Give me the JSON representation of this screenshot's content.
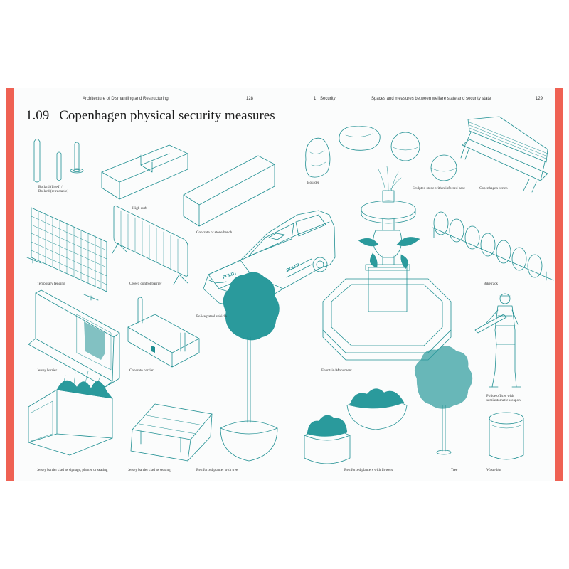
{
  "header": {
    "left_running_title": "Architecture of Dismantling and Restructuring",
    "left_page_number": "128",
    "right_section_number": "1",
    "right_section_title": "Security",
    "right_running_title": "Spaces and measures between welfare state and security state",
    "right_page_number": "129"
  },
  "title": {
    "number": "1.09",
    "text": "Copenhagen physical security measures"
  },
  "captions": {
    "bollard_line1": "Bollard (fixed) /",
    "bollard_line2": "Bollard (retractable)",
    "high_curb": "High curb",
    "concrete_bench": "Concrete or stone bench",
    "temporary_fencing": "Temporary fencing",
    "crowd_barrier": "Crowd control barrier",
    "police_vehicle": "Police patrol vehicle",
    "jersey_barrier": "Jersey barrier",
    "concrete_barrier": "Concrete barrier",
    "boulder": "Boulder",
    "sculpted_stone": "Sculpted stone with reinforced base",
    "copenhagen_bench": "Copenhagen bench",
    "bike_rack": "Bike rack",
    "fountain": "Fountain/Monument",
    "police_officer_line1": "Police officer with",
    "police_officer_line2": "semiautomatic weapon",
    "jersey_signage": "Jersey barrier clad as signage, planter or seating",
    "jersey_seating": "Jersey barrier clad as seating",
    "planter_tree": "Reinforced planter with tree",
    "planters_flowers": "Reinforced planters with flowers",
    "tree": "Tree",
    "waste_bin": "Waste bin"
  },
  "car_markings": {
    "text": "POLITI"
  },
  "colors": {
    "accent_edge": "#ef6153",
    "line_art": "#1f8f92",
    "paper": "#fbfcfc"
  }
}
